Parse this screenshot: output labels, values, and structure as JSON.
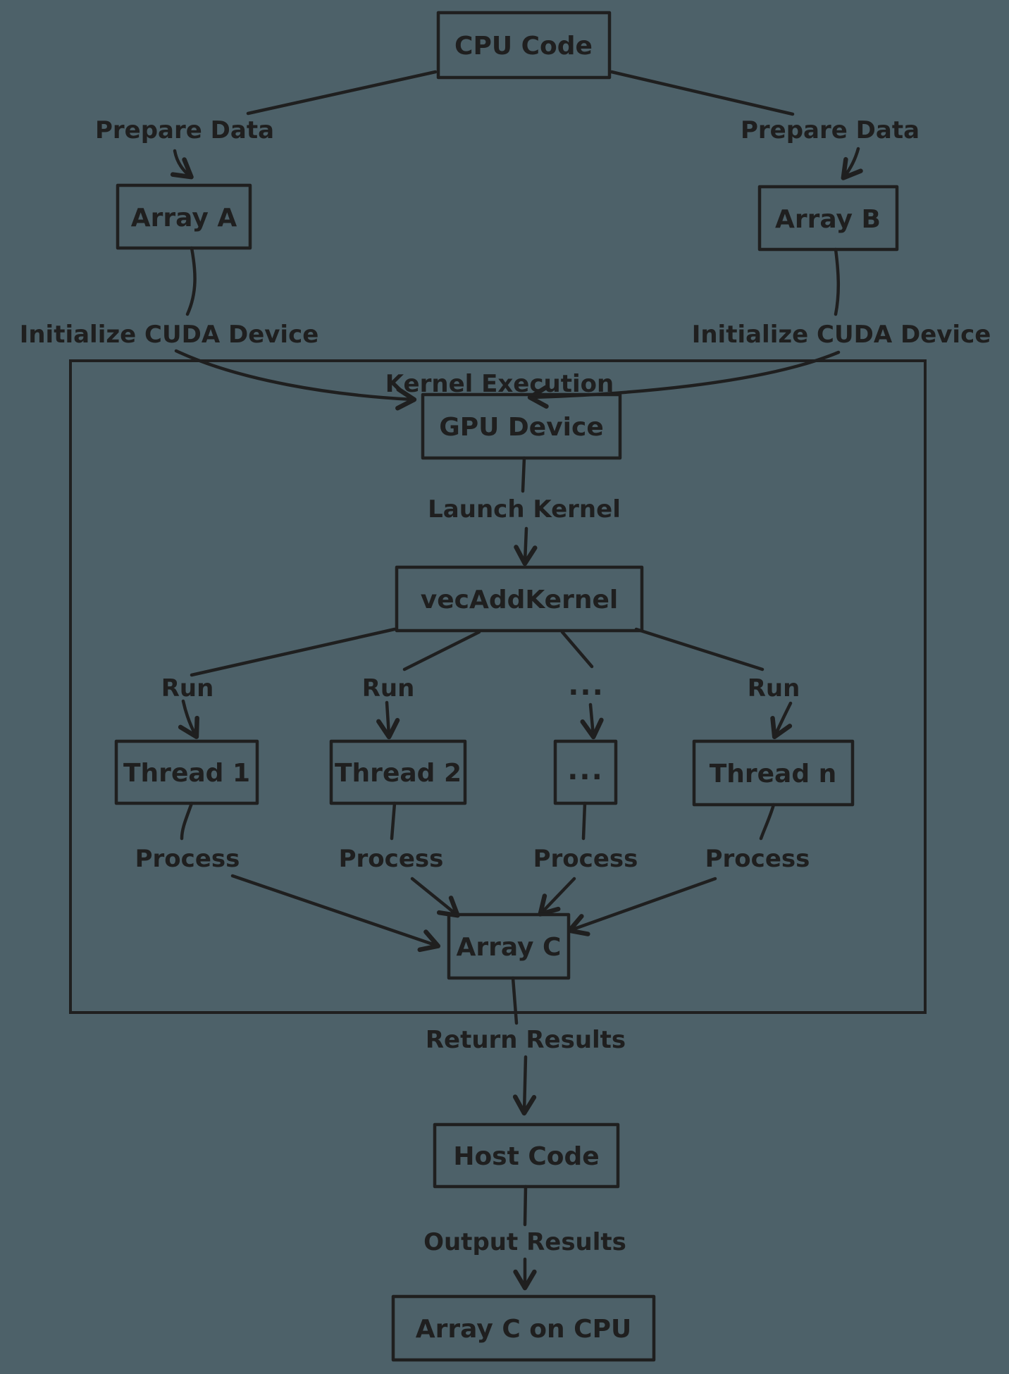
{
  "diagram": {
    "title": "CUDA vector-add execution flowchart",
    "background_color": "#4d6169",
    "stroke_color": "#1f1f1f",
    "nodes": {
      "cpu_code": {
        "label": "CPU Code"
      },
      "array_a": {
        "label": "Array A"
      },
      "array_b": {
        "label": "Array B"
      },
      "gpu_device": {
        "label": "GPU Device"
      },
      "vec_add_kernel": {
        "label": "vecAddKernel"
      },
      "thread_1": {
        "label": "Thread 1"
      },
      "thread_2": {
        "label": "Thread 2"
      },
      "thread_ellipsis": {
        "label": "..."
      },
      "thread_n": {
        "label": "Thread n"
      },
      "array_c": {
        "label": "Array C"
      },
      "host_code": {
        "label": "Host Code"
      },
      "array_c_on_cpu": {
        "label": "Array C on CPU"
      }
    },
    "labels": {
      "prepare_data_left": "Prepare Data",
      "prepare_data_right": "Prepare Data",
      "initialize_cuda_left": "Initialize CUDA Device",
      "initialize_cuda_right": "Initialize CUDA Device",
      "kernel_execution": "Kernel Execution",
      "launch_kernel": "Launch Kernel",
      "run_1": "Run",
      "run_2": "Run",
      "run_ellipsis": "...",
      "run_n": "Run",
      "process_1": "Process",
      "process_2": "Process",
      "process_3": "Process",
      "process_4": "Process",
      "return_results": "Return Results",
      "output_results": "Output Results"
    }
  }
}
